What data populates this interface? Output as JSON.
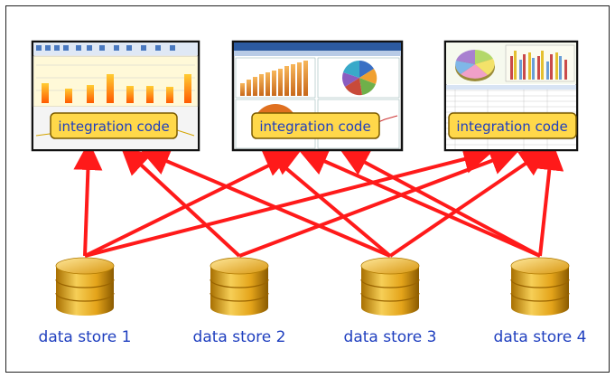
{
  "integration_label": "integration code",
  "dashboards": [
    {
      "label": "integration code"
    },
    {
      "label": "integration code"
    },
    {
      "label": "integration code"
    }
  ],
  "data_stores": [
    {
      "label": "data store 1"
    },
    {
      "label": "data store 2"
    },
    {
      "label": "data store 3"
    },
    {
      "label": "data store 4"
    }
  ],
  "colors": {
    "arrow": "#ff1a1a",
    "label_text": "#1f3fbf",
    "label_box_fill": "#ffd84a",
    "label_box_border": "#7a5a00",
    "cylinder_gold": "#e6a817",
    "cylinder_dark": "#b07a00",
    "screen_border": "#111111"
  }
}
